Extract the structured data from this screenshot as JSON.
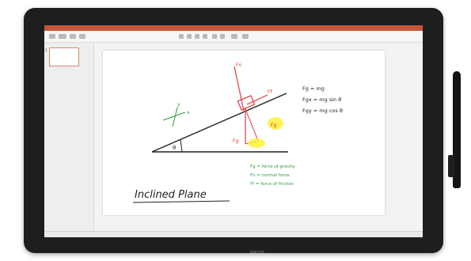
{
  "device": {
    "brand": "wacom"
  },
  "app": {
    "slide_number": "1",
    "status_left": "",
    "status_right": ""
  },
  "slide": {
    "title": "Inclined Plane",
    "force_labels": [
      "Fg",
      "Fn",
      "Ff"
    ],
    "angle_label": "θ",
    "axis_label_x": "x",
    "axis_label_y": "y",
    "equations": [
      "Fg = mg",
      "Fgx = mg sin θ",
      "Fgy = mg cos θ"
    ],
    "legend": [
      "Fg = force of gravity",
      "Fn = normal force",
      "Ff = force of friction"
    ]
  },
  "colors": {
    "bezel": "#1d1e20",
    "titlebar": "#c8553b",
    "ink_black": "#222222",
    "ink_red": "#e0393e",
    "ink_green": "#2e9b3f",
    "highlight": "#fff23a"
  }
}
